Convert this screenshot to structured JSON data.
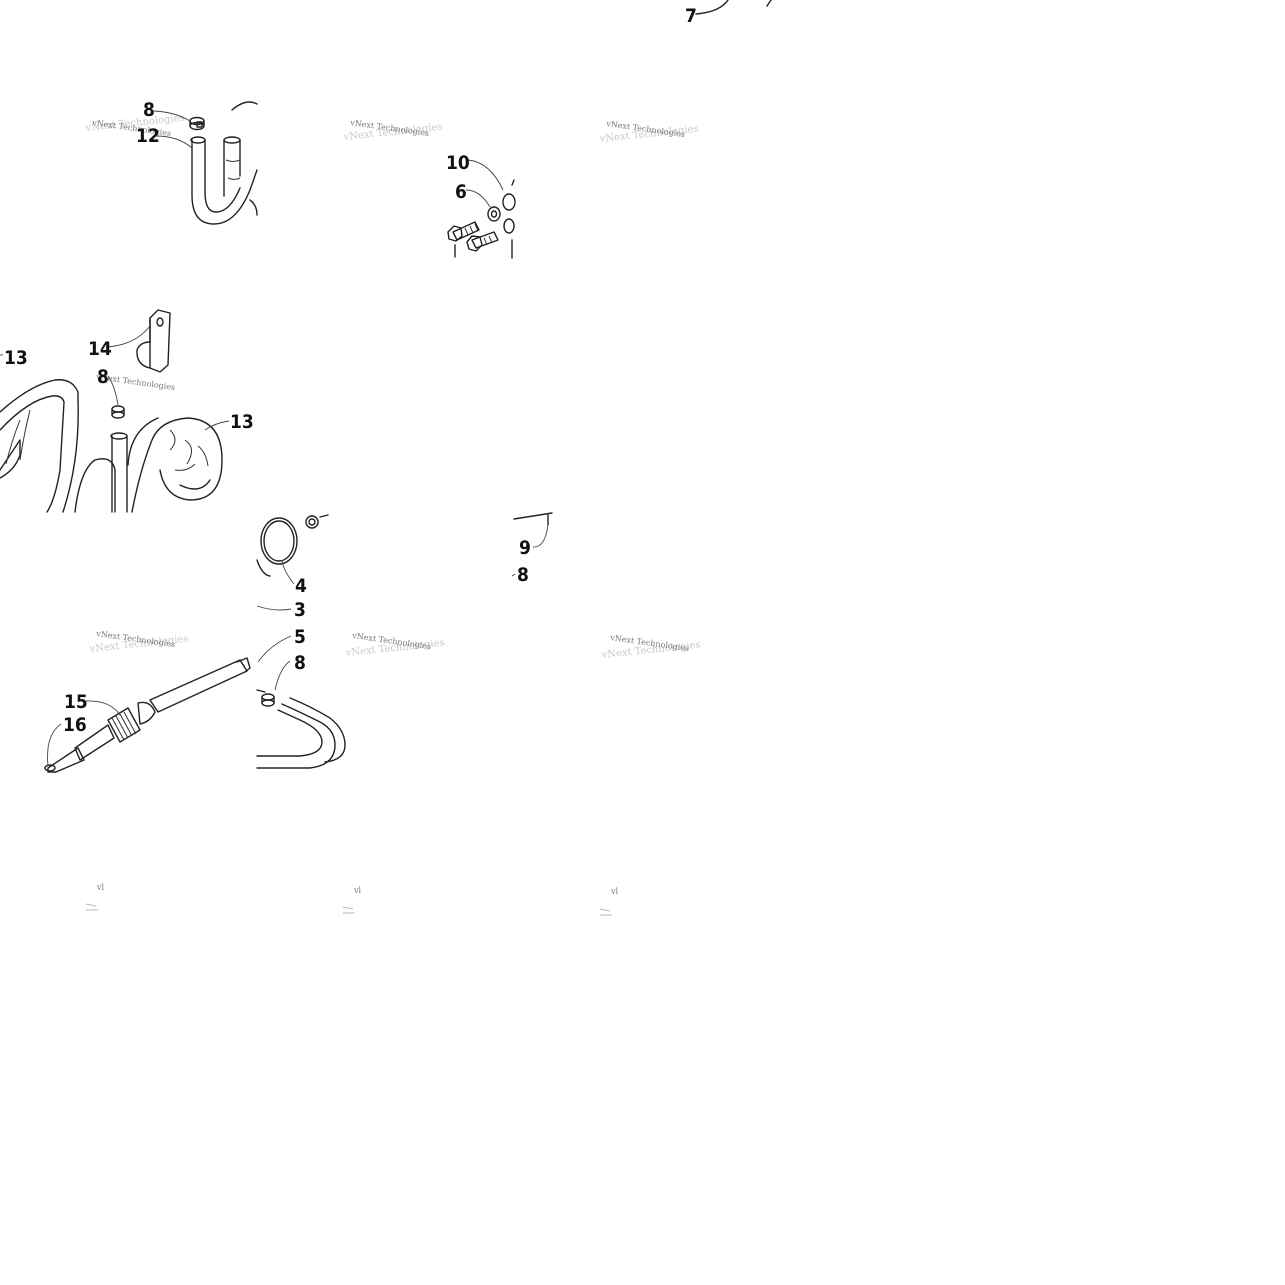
{
  "diagram": {
    "watermark": "vNext Technologies",
    "watermark_stub": "vl",
    "callouts": [
      "7",
      "8",
      "12",
      "10",
      "6",
      "13",
      "14",
      "8",
      "13",
      "4",
      "3",
      "5",
      "8",
      "9",
      "8",
      "15",
      "16"
    ]
  }
}
